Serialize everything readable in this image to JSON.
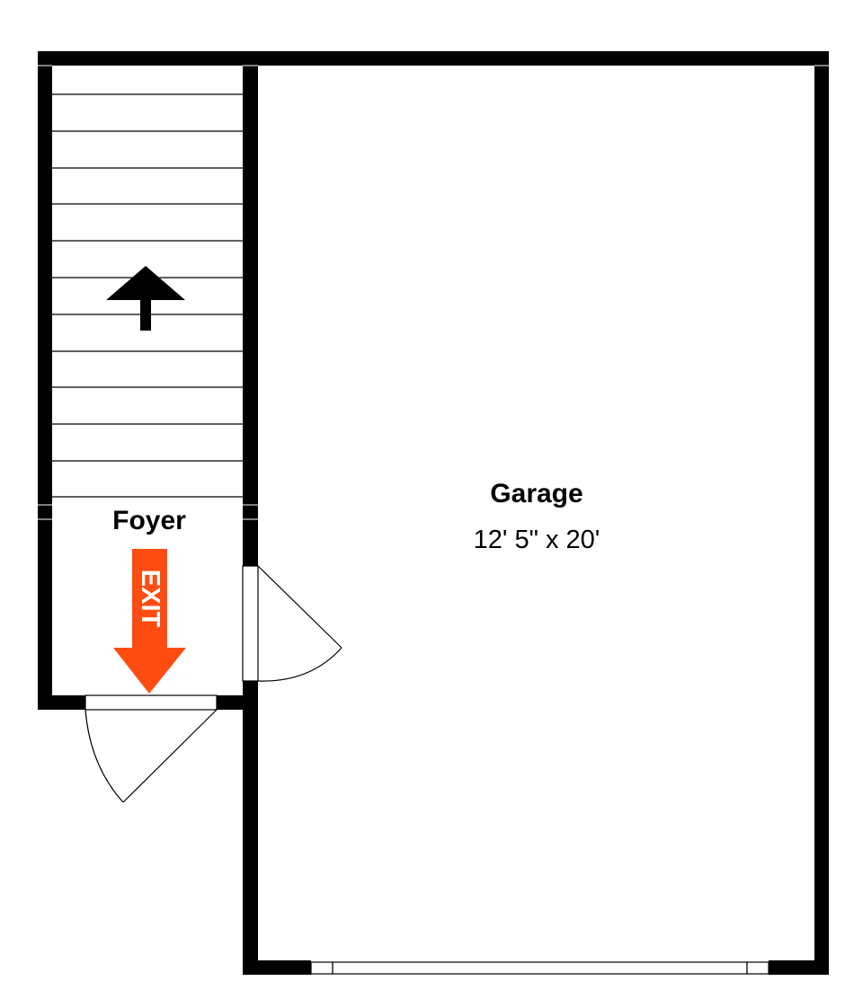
{
  "rooms": {
    "garage": {
      "name": "Garage",
      "dimensions": "12' 5\" x 20'"
    },
    "foyer": {
      "name": "Foyer"
    }
  },
  "exit_sign": {
    "label": "EXIT",
    "color": "#ff4d12"
  },
  "stairs": {
    "direction": "up",
    "treads": 12
  },
  "colors": {
    "wall": "#000000",
    "background": "#ffffff"
  }
}
